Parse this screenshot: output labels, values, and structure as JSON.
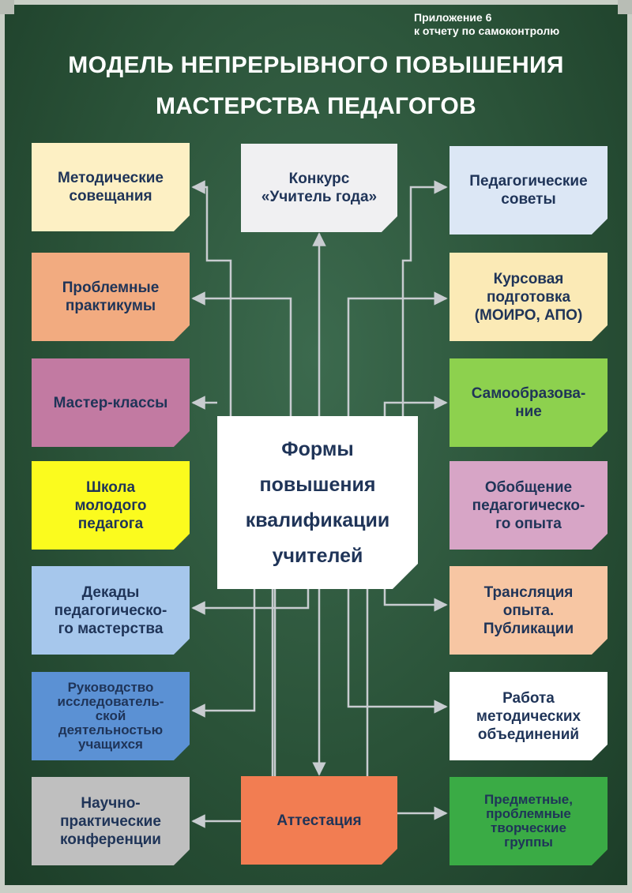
{
  "appendix": [
    "Приложение 6",
    "к отчету по самоконтролю"
  ],
  "title": [
    "МОДЕЛЬ НЕПРЕРЫВНОГО ПОВЫШЕНИЯ",
    "МАСТЕРСТВА ПЕДАГОГОВ"
  ],
  "center": [
    "Формы",
    "повышения",
    "квалификации",
    "учителей"
  ],
  "top_card": {
    "lines": [
      "Конкурс",
      "«Учитель года»"
    ],
    "color": "#f0f0f2"
  },
  "bottom_card": {
    "lines": [
      "Аттестация"
    ],
    "color": "#f27d52"
  },
  "left_cards": [
    {
      "lines": [
        "Методические",
        "совещания"
      ],
      "color": "#fdf0c4"
    },
    {
      "lines": [
        "Проблемные",
        "практикумы"
      ],
      "color": "#f2ab80"
    },
    {
      "lines": [
        "Мастер-классы"
      ],
      "color": "#c27aa2"
    },
    {
      "lines": [
        "Школа",
        "молодого",
        "педагога"
      ],
      "color": "#fbfb1e"
    },
    {
      "lines": [
        "Декады",
        "педагогическо-",
        "го мастерства"
      ],
      "color": "#a6c7ec"
    },
    {
      "lines": [
        "Руководство",
        "исследователь-",
        "ской",
        "деятельностью",
        "учащихся"
      ],
      "color": "#5b91d4"
    },
    {
      "lines": [
        "Научно-",
        "практические",
        "конференции"
      ],
      "color": "#bfbfbf"
    }
  ],
  "right_cards": [
    {
      "lines": [
        "Педагогические",
        "советы"
      ],
      "color": "#dce7f5"
    },
    {
      "lines": [
        "Курсовая",
        "подготовка",
        "(МОИРО, АПО)"
      ],
      "color": "#fbeab6"
    },
    {
      "lines": [
        "Самообразова-",
        "ние"
      ],
      "color": "#8dd14e"
    },
    {
      "lines": [
        "Обобщение",
        "педагогическо-",
        "го опыта"
      ],
      "color": "#d7a5c6"
    },
    {
      "lines": [
        "Трансляция",
        "опыта.",
        "Публикации"
      ],
      "color": "#f7c6a3"
    },
    {
      "lines": [
        "Работа",
        "методических",
        "объединений"
      ],
      "color": "#ffffff"
    },
    {
      "lines": [
        "Предметные,",
        "проблемные",
        "творческие",
        "группы"
      ],
      "color": "#3aab45"
    }
  ],
  "colors": {
    "board": "#2a5238",
    "frame": "#c9cfc6",
    "text_dark": "#1f3458",
    "text_light": "#ffffff",
    "connector": "#c8ccd0"
  }
}
